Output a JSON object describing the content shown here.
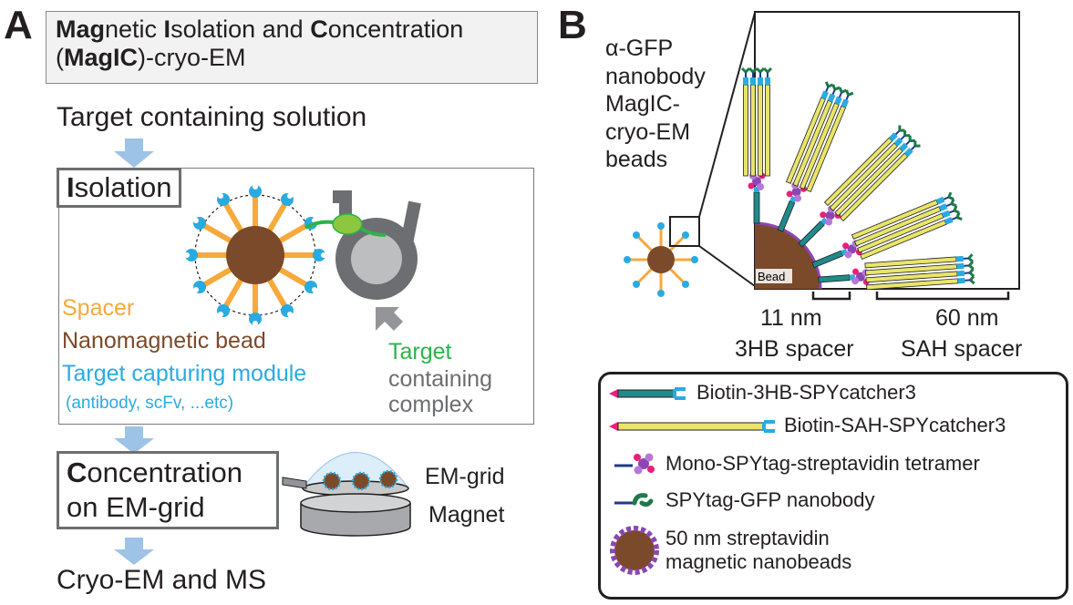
{
  "panel_a": {
    "letter": "A",
    "title": {
      "p1": "Mag",
      "p2": "netic ",
      "p3": "I",
      "p4": "solation and ",
      "p5": "C",
      "p6": "oncentration",
      "p7": "(",
      "p8": "MagIC",
      "p9": ")-cryo-EM"
    },
    "target_solution": "Target containing solution",
    "isolation": {
      "bold": "I",
      "rest": "solation"
    },
    "spacer": "Spacer",
    "nanomagnetic_bead": "Nanomagnetic bead",
    "capturing_module": "Target capturing module",
    "capturing_examples": "(antibody, scFv, ...etc)",
    "target": "Target",
    "target_line2": "containing",
    "target_line3": "complex",
    "concentration": {
      "bold": "C",
      "line1_rest": "oncentration",
      "line2": "on EM-grid"
    },
    "em_grid": "EM-grid",
    "magnet": "Magnet",
    "final": "Cryo-EM and MS"
  },
  "panel_b": {
    "letter": "B",
    "bead_label_lines": [
      "α-GFP",
      "nanobody",
      "MagIC-",
      "cryo-EM",
      "beads"
    ],
    "bead_inset": "Bead",
    "scale_11": "11 nm",
    "scale_3hb": "3HB spacer",
    "scale_60": "60 nm",
    "scale_sah": "SAH spacer",
    "legend": [
      {
        "icon": "3hb-spacer-icon",
        "label": "Biotin-3HB-SPYcatcher3"
      },
      {
        "icon": "sah-spacer-icon",
        "label": "Biotin-SAH-SPYcatcher3"
      },
      {
        "icon": "streptavidin-tetramer-icon",
        "label": "Mono-SPYtag-streptavidin tetramer"
      },
      {
        "icon": "gfp-nanobody-icon",
        "label": "SPYtag-GFP nanobody"
      },
      {
        "icon": "nanobead-icon",
        "label": "50 nm streptavidin",
        "label2": "magnetic nanobeads"
      }
    ]
  },
  "colors": {
    "spacer_orange": "#f7a93b",
    "bead_brown": "#7b4a2a",
    "capture_blue": "#29abe2",
    "target_green": "#2db34a",
    "complex_gray": "#6d6e71",
    "arrow_blue": "#9dc3e6",
    "sah_yellow": "#e8e56a",
    "hb3_teal": "#1f8a8a",
    "streptavidin_purple": "#8b46b3",
    "biotin_pink": "#ec1e79",
    "nanobody_green": "#1e7a4a"
  }
}
